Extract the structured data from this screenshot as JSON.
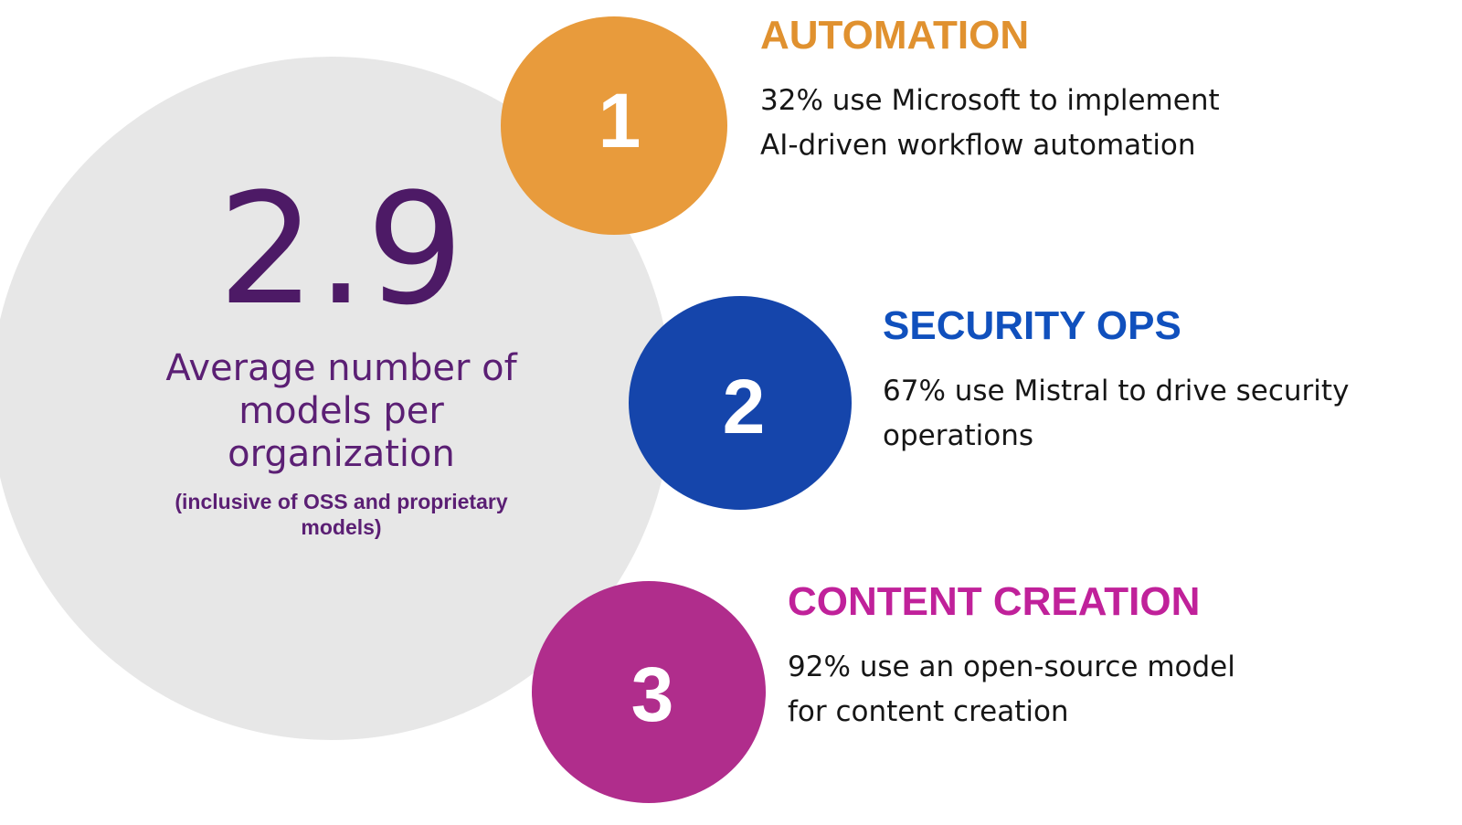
{
  "stat": {
    "value": "2.9",
    "label": "Average number of models per organization",
    "note": "(inclusive of OSS and proprietary models)",
    "circle_color": "#e7e7e7",
    "text_color": "#5b1f74"
  },
  "items": [
    {
      "number": "1",
      "heading": "AUTOMATION",
      "body_line1": "32% use Microsoft to implement",
      "body_line2": "AI-driven workflow automation",
      "percent": "32%",
      "color": "#e89b3c",
      "heading_color": "#e0912f"
    },
    {
      "number": "2",
      "heading": "SECURITY OPS",
      "body_line1": "67% use Mistral to drive security",
      "body_line2": "operations",
      "percent": "67%",
      "color": "#1545ab",
      "heading_color": "#1050bd"
    },
    {
      "number": "3",
      "heading": "CONTENT CREATION",
      "body_line1": "92% use an open-source model",
      "body_line2": "for content creation",
      "percent": "92%",
      "color": "#b02d8c",
      "heading_color": "#c0219a"
    }
  ]
}
